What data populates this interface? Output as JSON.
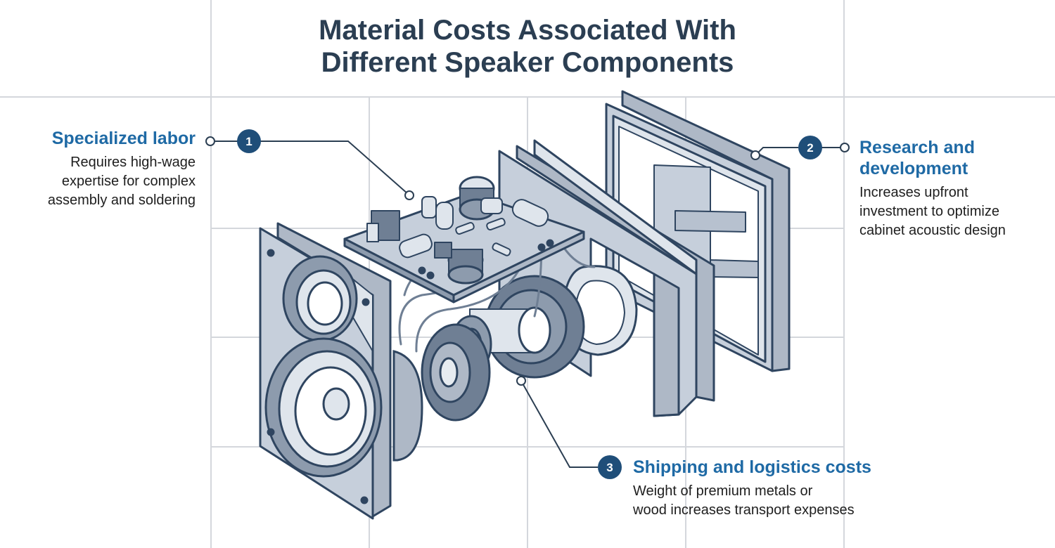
{
  "title_line1": "Material Costs Associated With",
  "title_line2": "Different Speaker Components",
  "colors": {
    "heading_blue": "#1f6aa5",
    "badge_navy": "#1f4e79",
    "line_navy": "#2b3e52",
    "part_fill": "#c6cfdb",
    "part_stroke": "#2f4560",
    "grid": "#d4d7dc"
  },
  "callouts": [
    {
      "number": "1",
      "heading": "Specialized labor",
      "body_lines": [
        "Requires high-wage",
        "expertise for complex",
        "assembly and soldering"
      ]
    },
    {
      "number": "2",
      "heading_lines": [
        "Research and",
        "development"
      ],
      "body_lines": [
        "Increases upfront",
        "investment to optimize",
        "cabinet acoustic design"
      ]
    },
    {
      "number": "3",
      "heading": "Shipping and logistics costs",
      "body_lines": [
        "Weight of premium metals or",
        "wood increases transport expenses"
      ]
    }
  ]
}
